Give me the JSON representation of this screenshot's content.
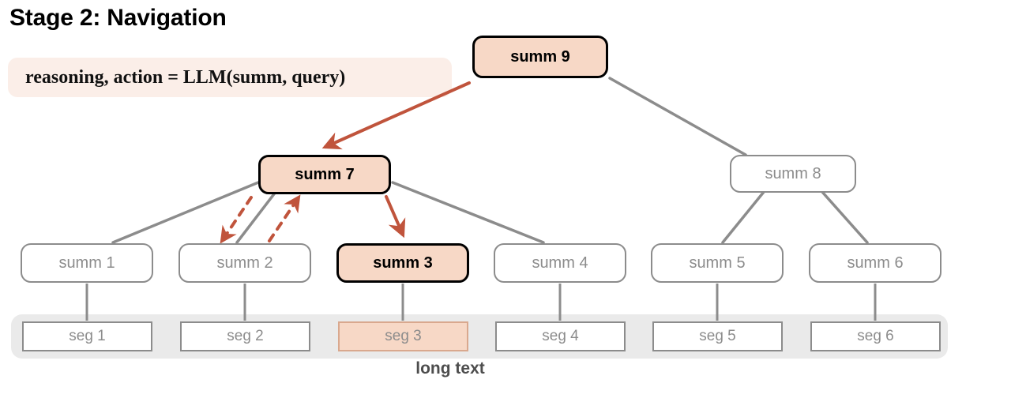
{
  "title": "Stage 2: Navigation",
  "formula": "reasoning, action = LLM(summ, query)",
  "bottom_bar_label": "long text",
  "colors": {
    "highlight_fill": "#f7d8c6",
    "highlight_border": "#000000",
    "inactive_border": "#8c8c8c",
    "inactive_text": "#8c8c8c",
    "arrow_red": "#c0543c",
    "formula_bg": "#fbeee8",
    "longtext_bg": "#eaeaea"
  },
  "tree": {
    "root": {
      "id": "summ9",
      "label": "summ 9",
      "state": "active"
    },
    "level2": [
      {
        "id": "summ7",
        "label": "summ 7",
        "state": "active"
      },
      {
        "id": "summ8",
        "label": "summ 8",
        "state": "inactive"
      }
    ],
    "level3": [
      {
        "id": "summ1",
        "label": "summ 1",
        "state": "inactive"
      },
      {
        "id": "summ2",
        "label": "summ 2",
        "state": "inactive"
      },
      {
        "id": "summ3",
        "label": "summ 3",
        "state": "active"
      },
      {
        "id": "summ4",
        "label": "summ 4",
        "state": "inactive"
      },
      {
        "id": "summ5",
        "label": "summ 5",
        "state": "inactive"
      },
      {
        "id": "summ6",
        "label": "summ 6",
        "state": "inactive"
      }
    ],
    "segments": [
      {
        "id": "seg1",
        "label": "seg 1",
        "state": "normal"
      },
      {
        "id": "seg2",
        "label": "seg 2",
        "state": "normal"
      },
      {
        "id": "seg3",
        "label": "seg 3",
        "state": "highlight"
      },
      {
        "id": "seg4",
        "label": "seg 4",
        "state": "normal"
      },
      {
        "id": "seg5",
        "label": "seg 5",
        "state": "normal"
      },
      {
        "id": "seg6",
        "label": "seg 6",
        "state": "normal"
      }
    ]
  },
  "edges": {
    "tree_edges": [
      "summ9-summ7",
      "summ9-summ8",
      "summ7-summ1",
      "summ7-summ2",
      "summ7-summ3",
      "summ7-summ4",
      "summ8-summ5",
      "summ8-summ6",
      "summ1-seg1",
      "summ2-seg2",
      "summ3-seg3",
      "summ4-seg4",
      "summ5-seg5",
      "summ6-seg6"
    ],
    "navigation_arrows": [
      {
        "id": "arrow-summ9-summ7",
        "style": "solid",
        "from": "summ 9",
        "to": "summ 7"
      },
      {
        "id": "arrow-summ7-summ3",
        "style": "solid",
        "from": "summ 7",
        "to": "summ 3"
      },
      {
        "id": "arrow-summ7-summ2-down",
        "style": "dashed",
        "from": "summ 7",
        "to": "summ 2"
      },
      {
        "id": "arrow-summ2-summ7-up",
        "style": "dashed",
        "from": "summ 2",
        "to": "summ 7"
      }
    ]
  }
}
